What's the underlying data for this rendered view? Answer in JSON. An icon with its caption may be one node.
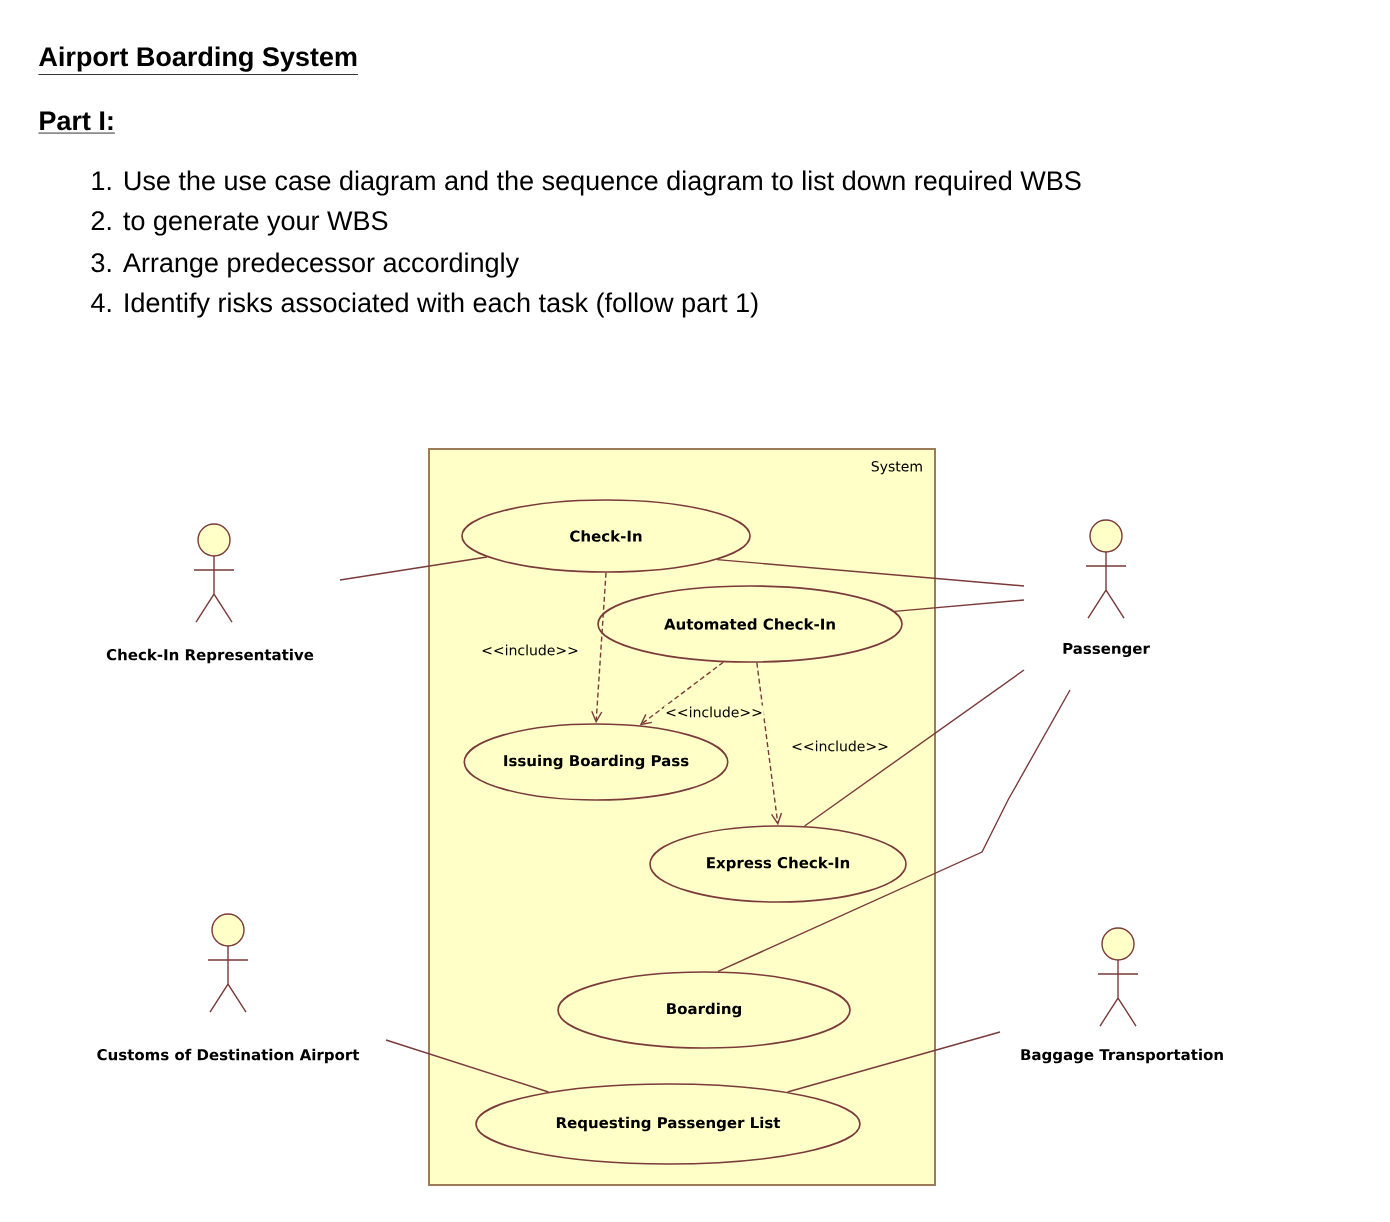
{
  "diagram": {
    "title": "Airport Boarding System",
    "nodes": [
      {
        "text": [
          "System"
        ]
      },
      {
        "text": [
          "Check-In"
        ],
        "in": 0
      },
      {
        "text": [
          "Automated Check-In"
        ],
        "in": 0
      },
      {
        "text": [
          "Issuing Boarding Pass"
        ],
        "in": 0
      },
      {
        "text": [
          "Express Check-In"
        ],
        "in": 0
      },
      {
        "text": [
          "Boarding"
        ],
        "in": 0
      },
      {
        "text": [
          "Requesting Passenger List"
        ],
        "in": 0
      },
      {
        "text": [
          "Check-In Representative"
        ]
      },
      {
        "text": [
          "Passenger"
        ]
      },
      {
        "text": [
          "Customs of Destination Airport"
        ]
      },
      {
        "text": [
          "Baggage Transportation"
        ]
      }
    ],
    "edges": [
      {
        "from": 7,
        "to": 1,
        "arrow": "none"
      },
      {
        "from": 1,
        "to": 8,
        "arrow": "none"
      },
      {
        "from": 2,
        "to": 8,
        "arrow": "none"
      },
      {
        "from": 4,
        "to": 8,
        "arrow": "none"
      },
      {
        "from": 5,
        "to": 8,
        "arrow": "none"
      },
      {
        "from": 9,
        "to": 6,
        "arrow": "none"
      },
      {
        "from": 10,
        "to": 6,
        "arrow": "none"
      },
      {
        "from": 1,
        "to": 3,
        "arrow": "to",
        "style": "dashed",
        "label": "<<include>>"
      },
      {
        "from": 2,
        "to": 3,
        "arrow": "to",
        "style": "dashed",
        "label": "<<include>>"
      },
      {
        "from": 2,
        "to": 4,
        "arrow": "to",
        "style": "dashed",
        "label": "<<include>>"
      }
    ],
    "labels": [
      "Part I:",
      "1. Use the use case diagram and the sequence diagram to list down required WBS",
      "2. to generate your WBS",
      "3. Arrange predecessor accordingly",
      "4. Identify risks associated with each task (follow part 1)"
    ]
  }
}
